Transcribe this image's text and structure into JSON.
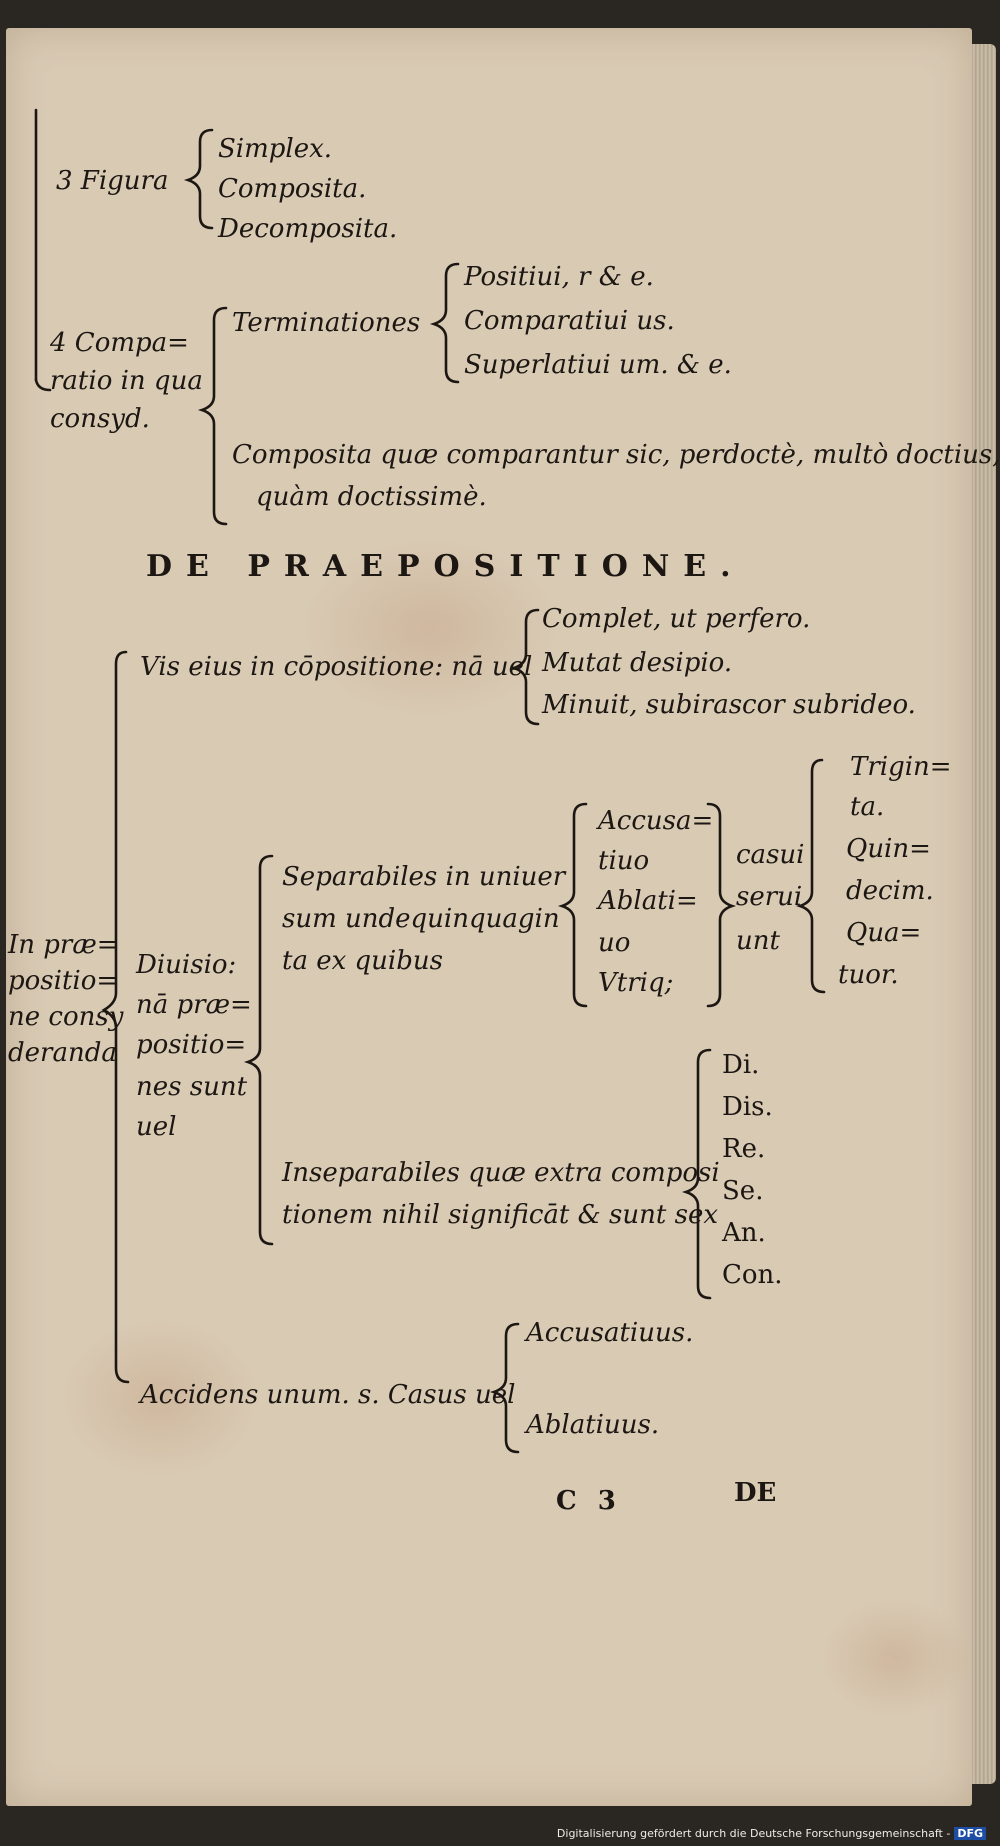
{
  "figura": {
    "label": "3  Figura",
    "items": [
      "Simplex.",
      "Composita.",
      "Decomposita."
    ]
  },
  "comparatio": {
    "label_lines": [
      "4  Compa=",
      "ratio in qua",
      "consyd."
    ],
    "terminationes": "Terminationes",
    "term_items": [
      "Positiui, r & e.",
      "Comparatiui us.",
      "Superlatiui um. & e."
    ],
    "composita_lines": [
      "Composita quæ comparantur sic, perdoctè, multò doctius,",
      "quàm doctissimè."
    ]
  },
  "heading": "DE  PRAEPOSITIONE.",
  "praepositio": {
    "root_lines": [
      "In præ=",
      "positio=",
      "ne consy",
      "deranda"
    ],
    "vis": "Vis eius in cōpositione: nā uel",
    "vis_items": [
      "Complet, ut perfero.",
      "Mutat desipio.",
      "Minuit, subirascor subrideo."
    ],
    "divisio_lines": [
      "Diuisio:",
      "nā præ=",
      "positio=",
      "nes sunt",
      "uel"
    ],
    "separabiles_lines": [
      "Separabiles in uniuer",
      "sum undequinquagin",
      "ta ex quibus"
    ],
    "casus_lines": [
      "Accusa=",
      "tiuo",
      "Ablati=",
      "uo",
      "Vtriq;"
    ],
    "seruiunt_lines": [
      "casui",
      "serui",
      "unt"
    ],
    "numeri_lines": [
      "Trigin=",
      "ta.",
      "Quin=",
      "decim.",
      "Qua=",
      "tuor."
    ],
    "inseparabiles_lines": [
      "Inseparabiles quæ extra composi",
      "tionem nihil significāt & sunt sex"
    ],
    "insep_items": [
      "Di.",
      "Dis.",
      "Re.",
      "Se.",
      "An.",
      "Con."
    ],
    "accidens": "Accidens unum. s. Casus uel",
    "accidens_items": [
      "Accusatiuus.",
      "Ablatiuus."
    ]
  },
  "signature": "C  3",
  "catchword": "DE",
  "footer": {
    "text": "Digitalisierung gefördert durch die Deutsche Forschungsgemeinschaft -",
    "logo": "DFG"
  }
}
